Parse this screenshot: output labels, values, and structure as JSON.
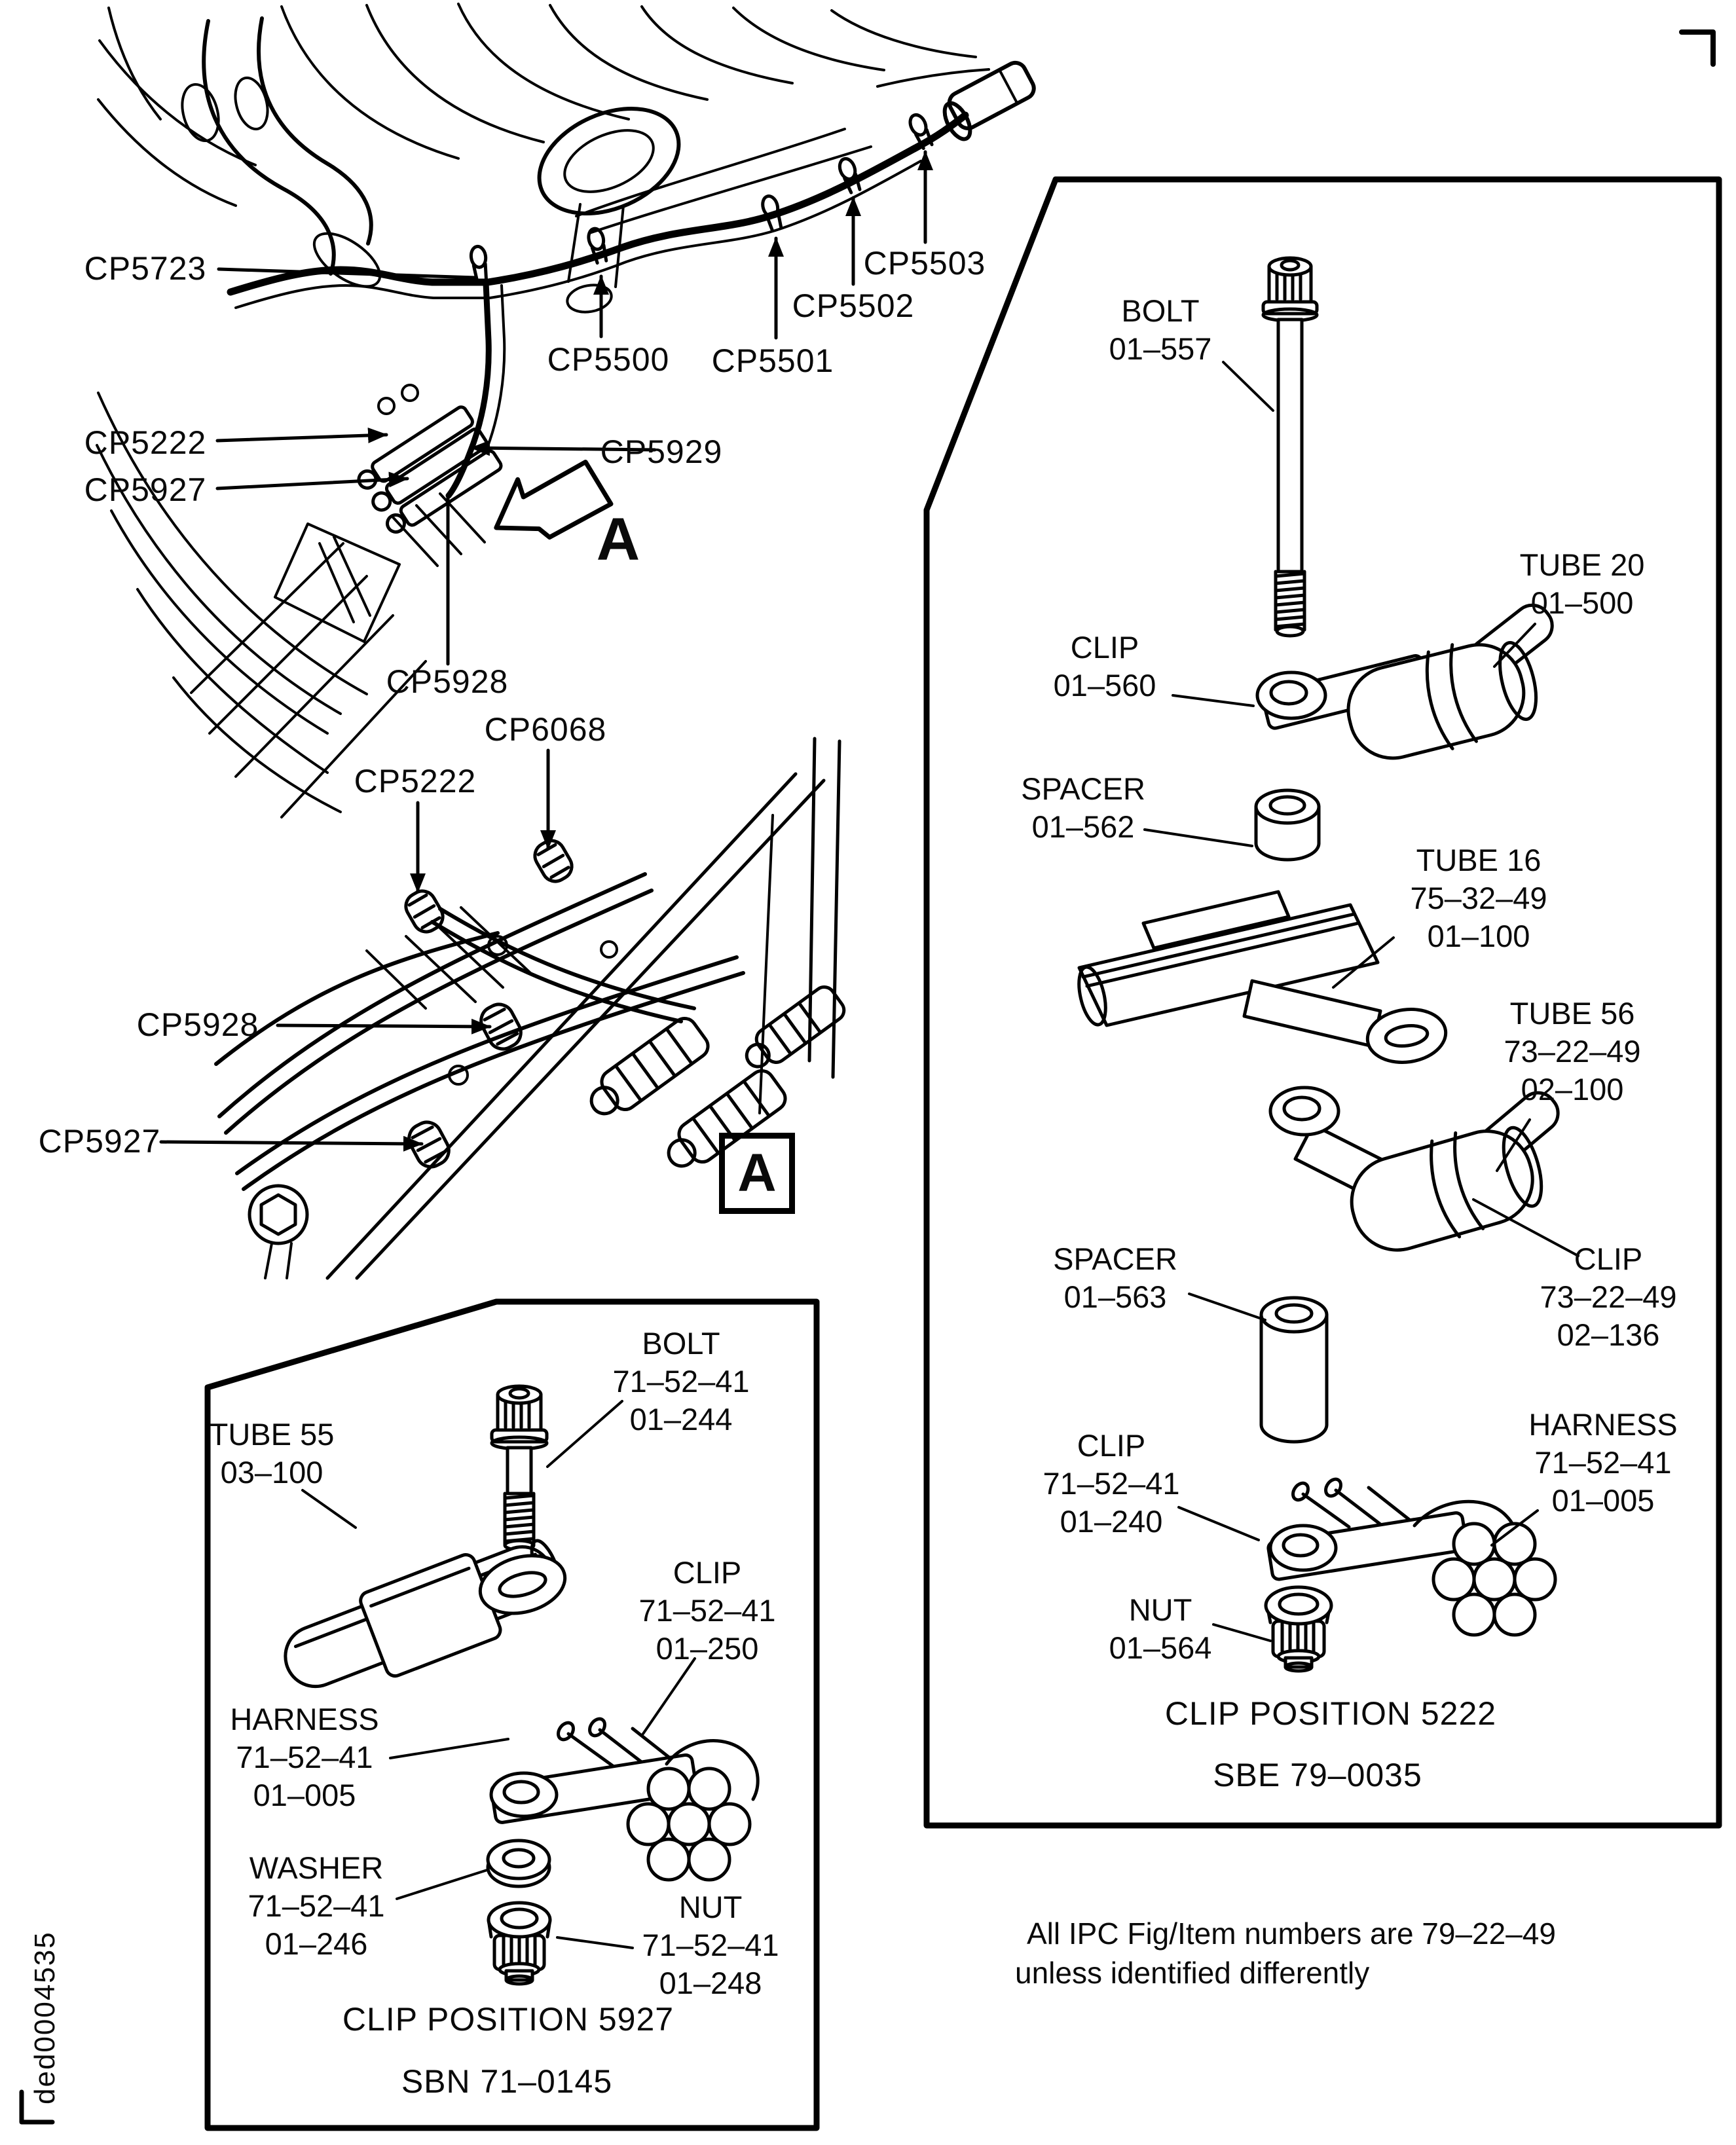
{
  "doc": {
    "id": "ded0004535",
    "note_line1": "All IPC Fig/Item numbers are 79–22–49",
    "note_line2": "unless identified differently"
  },
  "overview": {
    "cp5723": "CP5723",
    "cp5500": "CP5500",
    "cp5501": "CP5501",
    "cp5502": "CP5502",
    "cp5503": "CP5503",
    "cp5222": "CP5222",
    "cp5927": "CP5927",
    "cp5929": "CP5929",
    "cp5928": "CP5928",
    "detail_arrow": "A"
  },
  "detail": {
    "cp6068": "CP6068",
    "cp5222": "CP5222",
    "cp5928": "CP5928",
    "cp5927": "CP5927",
    "marker": "A"
  },
  "box5927": {
    "caption": "CLIP POSITION 5927",
    "ref": "SBN 71–0145",
    "parts": {
      "tube55": {
        "lines": [
          "TUBE 55",
          "03–100"
        ]
      },
      "bolt": {
        "lines": [
          "BOLT",
          "71–52–41",
          "01–244"
        ]
      },
      "clip": {
        "lines": [
          "CLIP",
          "71–52–41",
          "01–250"
        ]
      },
      "harness": {
        "lines": [
          "HARNESS",
          "71–52–41",
          "01–005"
        ]
      },
      "washer": {
        "lines": [
          "WASHER",
          "71–52–41",
          "01–246"
        ]
      },
      "nut": {
        "lines": [
          "NUT",
          "71–52–41",
          "01–248"
        ]
      }
    }
  },
  "box5222": {
    "caption": "CLIP POSITION 5222",
    "ref": "SBE 79–0035",
    "parts": {
      "bolt": {
        "lines": [
          "BOLT",
          "01–557"
        ]
      },
      "tube20": {
        "lines": [
          "TUBE 20",
          "01–500"
        ]
      },
      "clip560": {
        "lines": [
          "CLIP",
          "01–560"
        ]
      },
      "spacer562": {
        "lines": [
          "SPACER",
          "01–562"
        ]
      },
      "tube16": {
        "lines": [
          "TUBE 16",
          "75–32–49",
          "01–100"
        ]
      },
      "tube56": {
        "lines": [
          "TUBE 56",
          "73–22–49",
          "02–100"
        ]
      },
      "spacer563": {
        "lines": [
          "SPACER",
          "01–563"
        ]
      },
      "clip136": {
        "lines": [
          "CLIP",
          "73–22–49",
          "02–136"
        ]
      },
      "clip240": {
        "lines": [
          "CLIP",
          "71–52–41",
          "01–240"
        ]
      },
      "harness": {
        "lines": [
          "HARNESS",
          "71–52–41",
          "01–005"
        ]
      },
      "nut564": {
        "lines": [
          "NUT",
          "01–564"
        ]
      }
    }
  }
}
